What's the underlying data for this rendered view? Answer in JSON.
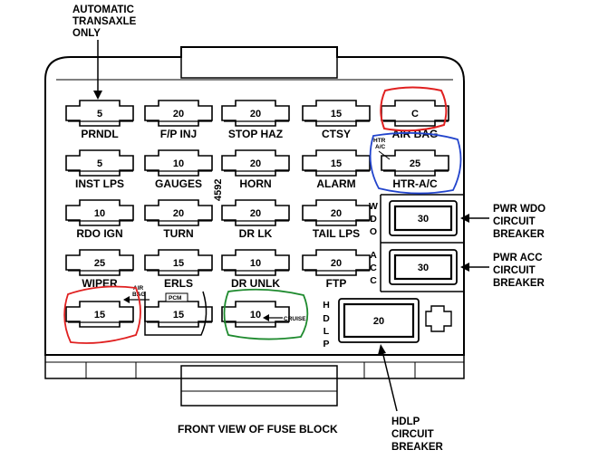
{
  "annotations": {
    "automatic_transaxle": [
      "AUTOMATIC",
      "TRANSAXLE",
      "ONLY"
    ],
    "pwr_wdo": [
      "PWR WDO",
      "CIRCUIT",
      "BREAKER"
    ],
    "pwr_acc": [
      "PWR ACC",
      "CIRCUIT",
      "BREAKER"
    ],
    "hdlp": [
      "HDLP",
      "CIRCUIT",
      "BREAKER"
    ],
    "caption": "FRONT VIEW OF FUSE BLOCK",
    "part_number": "4592"
  },
  "fuses": [
    {
      "value": "5",
      "label": "PRNDL"
    },
    {
      "value": "20",
      "label": "F/P INJ"
    },
    {
      "value": "20",
      "label": "STOP HAZ"
    },
    {
      "value": "15",
      "label": "CTSY"
    },
    {
      "value": "C",
      "label": "AIR BAG"
    },
    {
      "value": "5",
      "label": "INST LPS"
    },
    {
      "value": "10",
      "label": "GAUGES"
    },
    {
      "value": "20",
      "label": "HORN"
    },
    {
      "value": "15",
      "label": "ALARM"
    },
    {
      "value": "25",
      "label": "HTR-A/C"
    },
    {
      "value": "10",
      "label": "RDO IGN"
    },
    {
      "value": "20",
      "label": "TURN"
    },
    {
      "value": "20",
      "label": "DR LK"
    },
    {
      "value": "20",
      "label": "TAIL LPS"
    },
    {
      "value": "25",
      "label": "WIPER"
    },
    {
      "value": "15",
      "label": "ERLS"
    },
    {
      "value": "10",
      "label": "DR UNLK"
    },
    {
      "value": "20",
      "label": "FTP"
    },
    {
      "value": "15",
      "label": ""
    },
    {
      "value": "15",
      "label": ""
    },
    {
      "value": "10",
      "label": ""
    }
  ],
  "breakers": [
    {
      "value": "30",
      "side_label": "WDO"
    },
    {
      "value": "30",
      "side_label": "ACC"
    },
    {
      "value": "20",
      "side_label": "HDLP"
    }
  ],
  "markers": {
    "htr_ac": [
      "HTR",
      "A/C"
    ],
    "air_bag": [
      "AIR",
      "BAG"
    ],
    "pcm": "PCM",
    "cruise": "CRUISE"
  },
  "colors": {
    "red": "#e02020",
    "blue": "#2244cc",
    "green": "#1e8a2e",
    "ink": "#000000"
  }
}
